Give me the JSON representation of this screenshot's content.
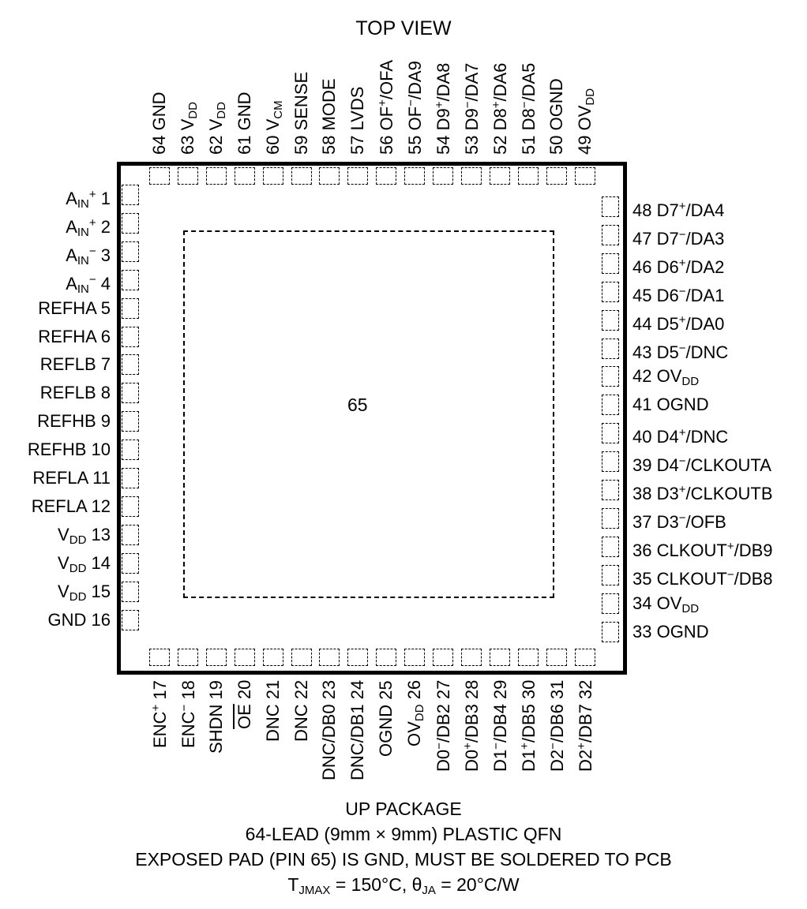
{
  "title": "TOP VIEW",
  "exposed_pad_label": "65",
  "left_pins": [
    {
      "name": "A_IN^+",
      "num": "1"
    },
    {
      "name": "A_IN^+",
      "num": "2"
    },
    {
      "name": "A_IN^−",
      "num": "3"
    },
    {
      "name": "A_IN^−",
      "num": "4"
    },
    {
      "name": "REFHA",
      "num": "5"
    },
    {
      "name": "REFHA",
      "num": "6"
    },
    {
      "name": "REFLB",
      "num": "7"
    },
    {
      "name": "REFLB",
      "num": "8"
    },
    {
      "name": "REFHB",
      "num": "9"
    },
    {
      "name": "REFHB",
      "num": "10"
    },
    {
      "name": "REFLA",
      "num": "11"
    },
    {
      "name": "REFLA",
      "num": "12"
    },
    {
      "name": "V_DD",
      "num": "13"
    },
    {
      "name": "V_DD",
      "num": "14"
    },
    {
      "name": "V_DD",
      "num": "15"
    },
    {
      "name": "GND",
      "num": "16"
    }
  ],
  "right_pins": [
    {
      "num": "48",
      "name": "D7^+/DA4"
    },
    {
      "num": "47",
      "name": "D7^−/DA3"
    },
    {
      "num": "46",
      "name": "D6^+/DA2"
    },
    {
      "num": "45",
      "name": "D6^−/DA1"
    },
    {
      "num": "44",
      "name": "D5^+/DA0"
    },
    {
      "num": "43",
      "name": "D5^−/DNC"
    },
    {
      "num": "42",
      "name": "OV_DD"
    },
    {
      "num": "41",
      "name": "OGND"
    },
    {
      "num": "40",
      "name": "D4^+/DNC"
    },
    {
      "num": "39",
      "name": "D4^−/CLKOUTA"
    },
    {
      "num": "38",
      "name": "D3^+/CLKOUTB"
    },
    {
      "num": "37",
      "name": "D3^−/OFB"
    },
    {
      "num": "36",
      "name": "CLKOUT^+/DB9"
    },
    {
      "num": "35",
      "name": "CLKOUT^−/DB8"
    },
    {
      "num": "34",
      "name": "OV_DD"
    },
    {
      "num": "33",
      "name": "OGND"
    }
  ],
  "top_pins": [
    {
      "num": "64",
      "name": "GND"
    },
    {
      "num": "63",
      "name": "V_DD"
    },
    {
      "num": "62",
      "name": "V_DD"
    },
    {
      "num": "61",
      "name": "GND"
    },
    {
      "num": "60",
      "name": "V_CM"
    },
    {
      "num": "59",
      "name": "SENSE"
    },
    {
      "num": "58",
      "name": "MODE"
    },
    {
      "num": "57",
      "name": "LVDS"
    },
    {
      "num": "56",
      "name": "OF^+/OFA"
    },
    {
      "num": "55",
      "name": "OF^−/DA9"
    },
    {
      "num": "54",
      "name": "D9^+/DA8"
    },
    {
      "num": "53",
      "name": "D9^−/DA7"
    },
    {
      "num": "52",
      "name": "D8^+/DA6"
    },
    {
      "num": "51",
      "name": "D8^−/DA5"
    },
    {
      "num": "50",
      "name": "OGND"
    },
    {
      "num": "49",
      "name": "OV_DD"
    }
  ],
  "bottom_pins": [
    {
      "name": "ENC^+",
      "num": "17"
    },
    {
      "name": "ENC^−",
      "num": "18"
    },
    {
      "name": "SHDN",
      "num": "19"
    },
    {
      "name": "!OE",
      "num": "20"
    },
    {
      "name": "DNC",
      "num": "21"
    },
    {
      "name": "DNC",
      "num": "22"
    },
    {
      "name": "DNC/DB0",
      "num": "23"
    },
    {
      "name": "DNC/DB1",
      "num": "24"
    },
    {
      "name": "OGND",
      "num": "25"
    },
    {
      "name": "OV_DD",
      "num": "26"
    },
    {
      "name": "D0^−/DB2",
      "num": "27"
    },
    {
      "name": "D0^+/DB3",
      "num": "28"
    },
    {
      "name": "D1^−/DB4",
      "num": "29"
    },
    {
      "name": "D1^+/DB5",
      "num": "30"
    },
    {
      "name": "D2^−/DB6",
      "num": "31"
    },
    {
      "name": "D2^+/DB7",
      "num": "32"
    }
  ],
  "footer": {
    "line1": "UP PACKAGE",
    "line2": "64-LEAD (9mm × 9mm) PLASTIC QFN",
    "line3": "EXPOSED PAD (PIN 65) IS GND, MUST BE SOLDERED TO PCB",
    "line4_t": "T",
    "line4_t_sub": "JMAX",
    "line4_mid": " = 150°C, θ",
    "line4_theta_sub": "JA",
    "line4_end": " = 20°C/W"
  }
}
